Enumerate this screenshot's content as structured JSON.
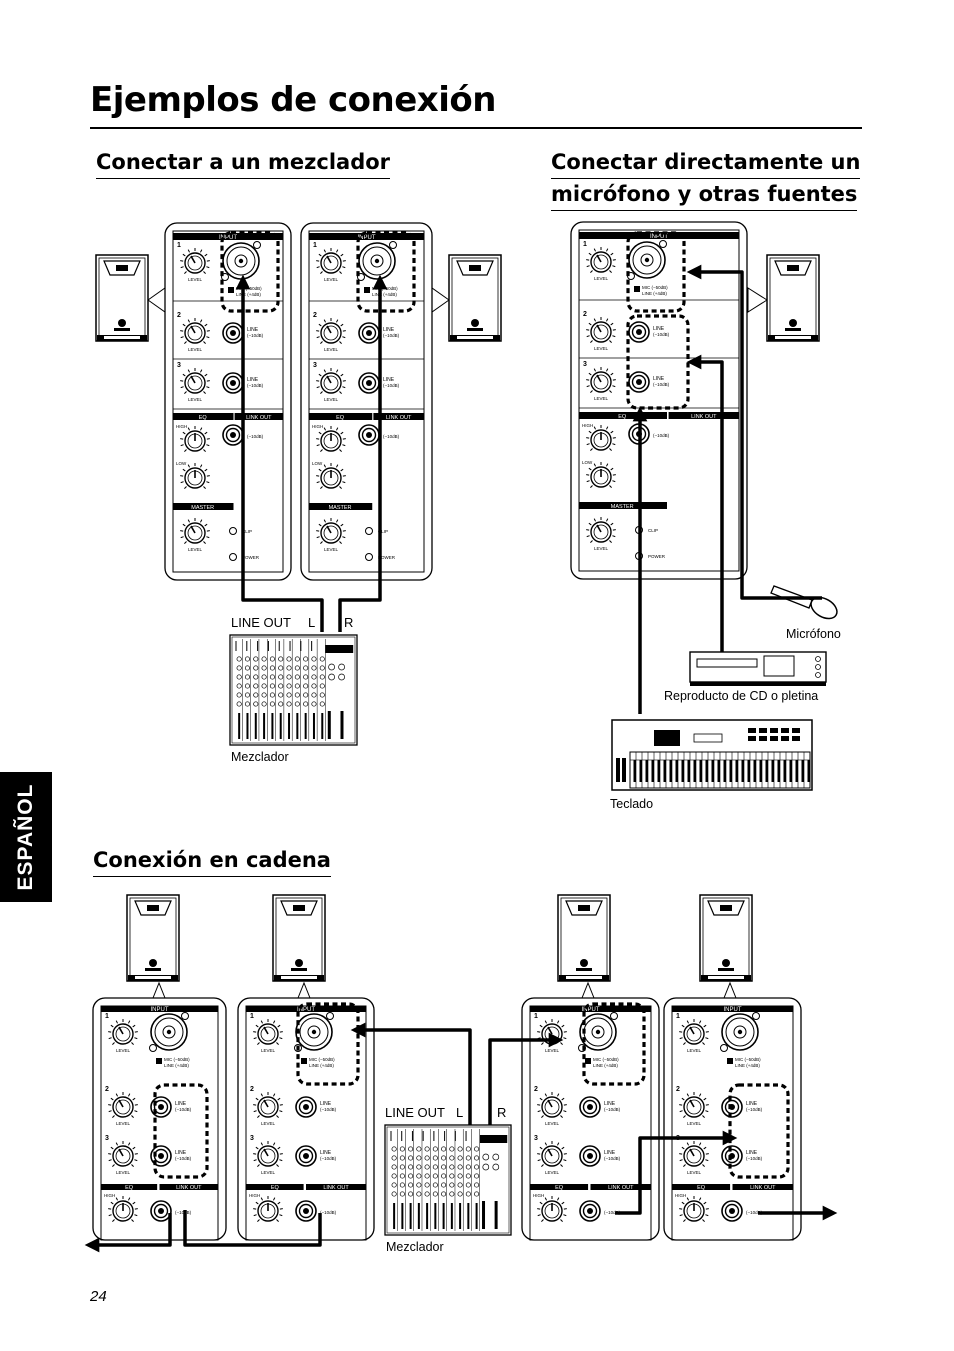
{
  "page": {
    "title": "Ejemplos de conexión",
    "side_tab": "ESPAÑOL",
    "page_number": "24"
  },
  "sections": {
    "mixer": {
      "heading": "Conectar a un mezclador"
    },
    "direct": {
      "heading_line1": "Conectar directamente un",
      "heading_line2": "micrófono y otras fuentes"
    },
    "chain": {
      "heading": "Conexión en cadena"
    }
  },
  "panel": {
    "input": "INPUT",
    "level": "LEVEL",
    "mic": "MIC (−50dB)",
    "line_in": "LINE (+4dB)",
    "line": "LINE",
    "line_db": "(−10dB)",
    "eq": "EQ",
    "link_out": "LINK OUT",
    "high": "HIGH",
    "low": "LOW",
    "master": "MASTER",
    "clip": "CLIP",
    "power": "POWER"
  },
  "labels": {
    "line_out": "LINE OUT",
    "left": "L",
    "right": "R",
    "mixer": "Mezclador",
    "microphone": "Micrófono",
    "cd_player": "Reproducto de CD o pletina",
    "keyboard": "Teclado"
  }
}
